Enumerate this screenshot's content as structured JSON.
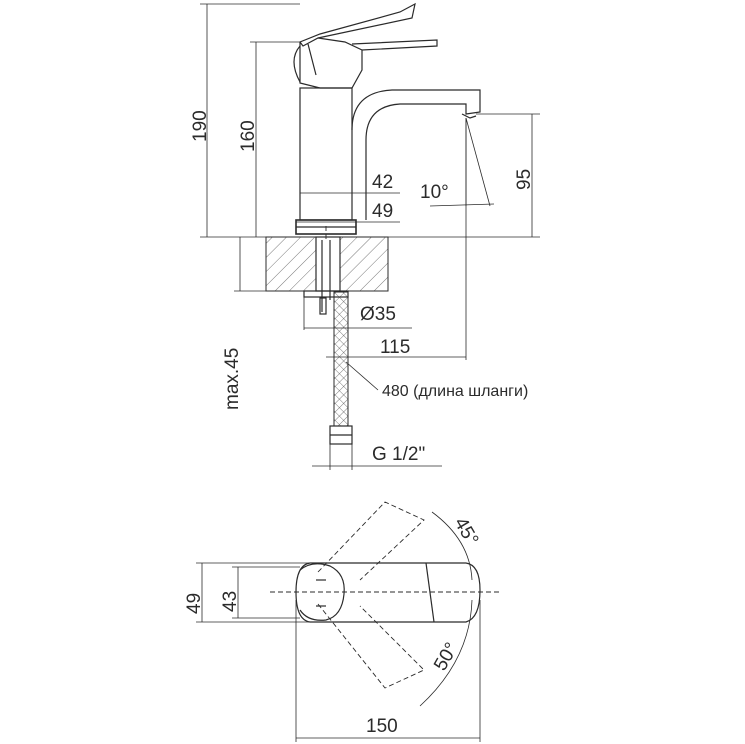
{
  "dimensions": {
    "total_height": "190",
    "spout_height": "160",
    "outlet_height": "95",
    "body_width_top": "42",
    "base_width": "49",
    "spout_angle": "10°",
    "mount_hole": "Ø35",
    "spout_reach": "115",
    "max_thickness": "max.45",
    "hose_length": "480 (длина шланги)",
    "connection_thread": "G 1/2\"",
    "plan_depth_outer": "49",
    "plan_depth_inner": "43",
    "rotation_up": "45°",
    "rotation_down": "50°",
    "total_length": "150"
  }
}
